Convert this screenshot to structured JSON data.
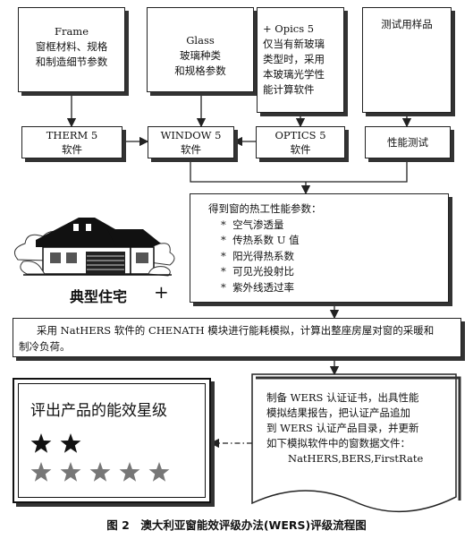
{
  "top_boxes": {
    "frame": [
      "Frame",
      "窗框材料、规格",
      "和制造细节参数"
    ],
    "glass": [
      "Glass",
      "玻璃种类",
      "和规格参数"
    ],
    "opics": [
      "+ Opics 5",
      "仅当有新玻璃",
      "类型时，采用",
      "本玻璃光学性",
      "能计算软件"
    ],
    "sample": "测试用样品"
  },
  "software": {
    "therm": [
      "THERM 5",
      "软件"
    ],
    "window": [
      "WINDOW 5",
      "软件"
    ],
    "optics": [
      "OPTICS 5",
      "软件"
    ],
    "test": "性能测试"
  },
  "params": {
    "heading": "得到窗的热工性能参数：",
    "items": [
      "空气渗透量",
      "传热系数 U 值",
      "阳光得热系数",
      "可见光投射比",
      "紫外线透过率"
    ],
    "bullet": "*"
  },
  "house": {
    "label": "典型住宅",
    "plus": "+"
  },
  "simulation": {
    "lines": [
      "采用 NatHERS 软件的 CHENATH 模块进行能耗模拟，计算出整座房屋对窗的采暖和",
      "制冷负荷。"
    ]
  },
  "rating": {
    "title": "评出产品的能效星级",
    "rows": [
      {
        "count": 2,
        "color": "#111111"
      },
      {
        "count": 5,
        "color": "#777777"
      }
    ]
  },
  "certificate": {
    "lines": [
      "制备 WERS 认证证书，出具性能",
      "模拟结果报告，把认证产品追加",
      "到 WERS 认证产品目录，并更新",
      "如下模拟软件中的窗数据文件：",
      "NatHERS,BERS,FirstRate"
    ]
  },
  "caption": "图 2　澳大利亚窗能效评级办法(WERS)评级流程图",
  "colors": {
    "line": "#222222",
    "shadow": "#333333"
  }
}
